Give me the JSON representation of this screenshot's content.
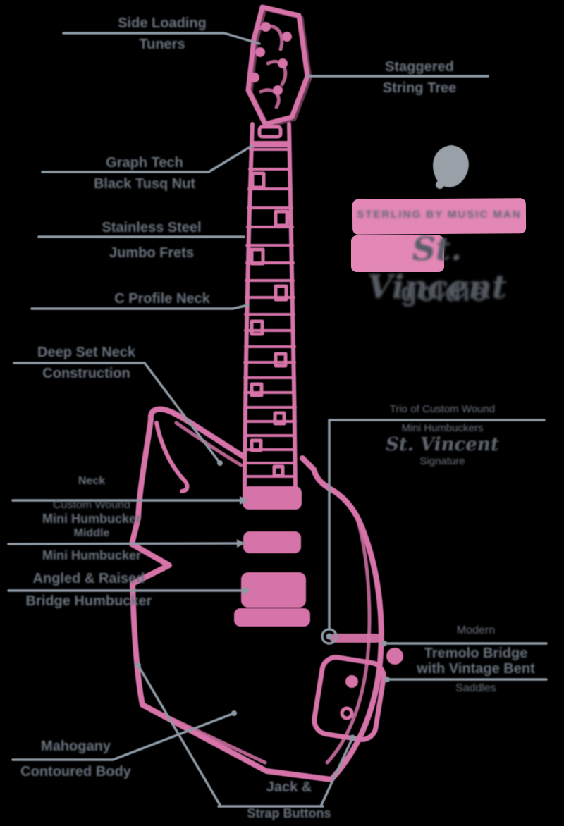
{
  "colors": {
    "background": "#000000",
    "guitar_pink": "#d673a8",
    "highlight_pink": "#e287b6",
    "label_gray": "#6b7480",
    "line_gray": "#8d99a4",
    "logo_gray": "#9aa0a8"
  },
  "logo": {
    "mark": "leaf-mark",
    "band_caps": "STERLING BY MUSIC MAN",
    "script": "St. Vincent",
    "wordmark": "goldie"
  },
  "labels": {
    "tuners": {
      "l1": "Side Loading",
      "l2": "Tuners"
    },
    "string_tree": {
      "l1": "Staggered",
      "l2": "String Tree"
    },
    "nut": {
      "l1": "Graph Tech",
      "l2": "Black Tusq Nut"
    },
    "frets": {
      "l1": "Stainless Steel",
      "l2": "Jumbo Frets"
    },
    "neck": {
      "l1": "C Profile Neck"
    },
    "joint": {
      "l1": "Deep Set Neck",
      "l2": "Construction"
    },
    "pickup_trio": {
      "l1": "Trio of Custom Wound",
      "l2": "Mini Humbuckers",
      "l3": "St. Vincent",
      "l4": "Signature"
    },
    "neck_pickup": {
      "l1": "Neck",
      "l2": "Custom Wound",
      "l3": "Mini Humbucker"
    },
    "middle_pickup": {
      "l1": "Middle",
      "l2": "Mini Humbucker"
    },
    "bridge_pickup": {
      "l1": "Angled & Raised",
      "l2": "Bridge Humbucker"
    },
    "bridge": {
      "l1": "Modern",
      "l2": "Tremolo Bridge",
      "l3": "with Vintage Bent",
      "l4": "Saddles"
    },
    "body": {
      "l1": "Mahogany",
      "l2": "Contoured Body"
    },
    "jack": {
      "l1": "Jack &",
      "l2": "Strap Buttons"
    }
  }
}
